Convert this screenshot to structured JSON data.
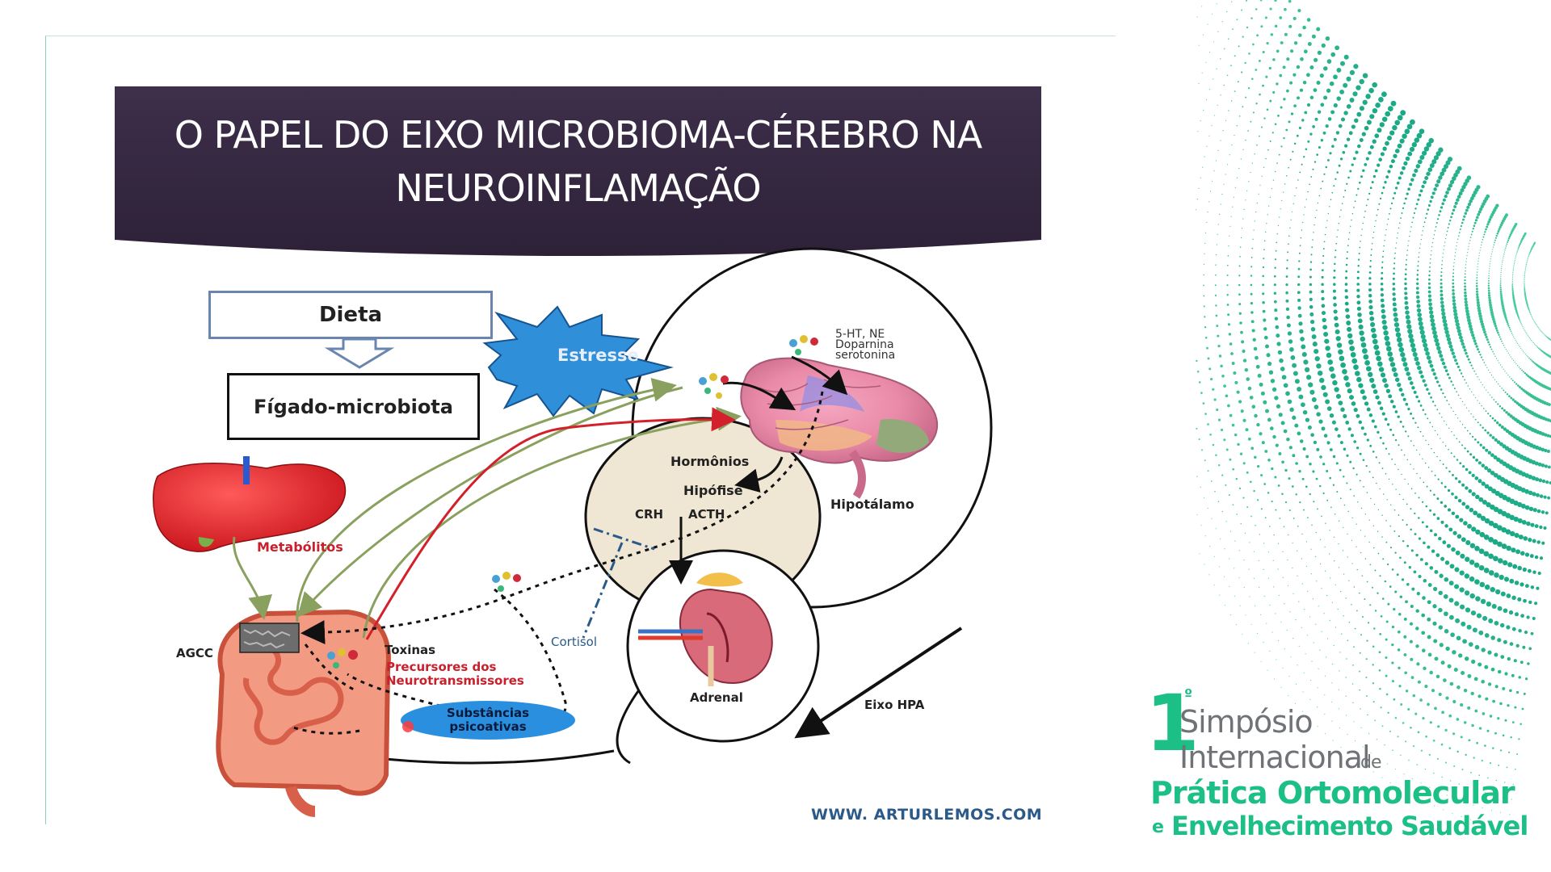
{
  "slide": {
    "title_line1": "O PAPEL DO EIXO MICROBIOMA-CÉREBRO NA",
    "title_line2": "NEUROINFLAMAÇÃO",
    "footer_url": "WWW. ARTURLEMOS.COM"
  },
  "diagram": {
    "dieta": "Dieta",
    "figado_microbiota": "Fígado-microbiota",
    "estresse": "Estresse",
    "neuro_line1": "5-HT, NE",
    "neuro_line2": "Doparnina",
    "neuro_line3": "serotonina",
    "hormonios": "Hormônios",
    "hipofise": "Hipófise",
    "crh": "CRH",
    "acth": "ACTH",
    "hipotalamo": "Hipotálamo",
    "metabolitos": "Metabólitos",
    "agcc": "AGCC",
    "toxinas": "Toxinas",
    "precursores_line1": "Precursores dos",
    "precursores_line2": "Neurotransmissores",
    "cortisol": "Cortisol",
    "adrenal": "Adrenal",
    "eixo_hpa": "Eixo HPA",
    "substancias_line1": "Substâncias",
    "substancias_line2": "psicoativas"
  },
  "event_logo": {
    "number": "1",
    "ordinal": "º",
    "line1": "Simpósio",
    "line2": "Internacional",
    "line2_suffix": "de",
    "line3": "Prática Ortomolecular",
    "line4_prefix": "e",
    "line4": "Envelhecimento Saudável"
  },
  "colors": {
    "banner": "#3a2b45",
    "accent_green": "#1cbf86",
    "arrow_green": "#8aa05e",
    "arrow_red": "#d3202a",
    "label_red": "#c8202c",
    "label_blue": "#2a5a8a",
    "estresse_blue": "#2f8fd8"
  }
}
